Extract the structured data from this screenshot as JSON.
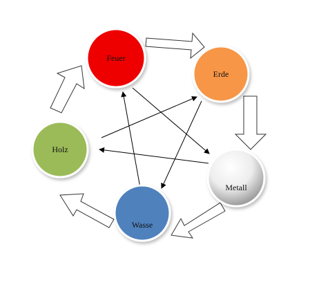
{
  "diagram": {
    "nodes": [
      {
        "id": "feuer",
        "label": "Feuer",
        "color": "#ee0000"
      },
      {
        "id": "erde",
        "label": "Erde",
        "color": "#f79646"
      },
      {
        "id": "metall",
        "label": "Metall",
        "color": "#f2f2f2"
      },
      {
        "id": "wasse",
        "label": "Wasse",
        "color": "#4f81bd"
      },
      {
        "id": "holz",
        "label": "Holz",
        "color": "#9bbb59"
      }
    ],
    "generating_cycle": [
      {
        "from": "feuer",
        "to": "erde"
      },
      {
        "from": "erde",
        "to": "metall"
      },
      {
        "from": "metall",
        "to": "wasse"
      },
      {
        "from": "wasse",
        "to": "holz"
      },
      {
        "from": "holz",
        "to": "feuer"
      }
    ],
    "controlling_cycle": [
      {
        "from": "feuer",
        "to": "metall"
      },
      {
        "from": "metall",
        "to": "holz"
      },
      {
        "from": "holz",
        "to": "erde"
      },
      {
        "from": "erde",
        "to": "wasse"
      },
      {
        "from": "wasse",
        "to": "feuer"
      }
    ]
  }
}
